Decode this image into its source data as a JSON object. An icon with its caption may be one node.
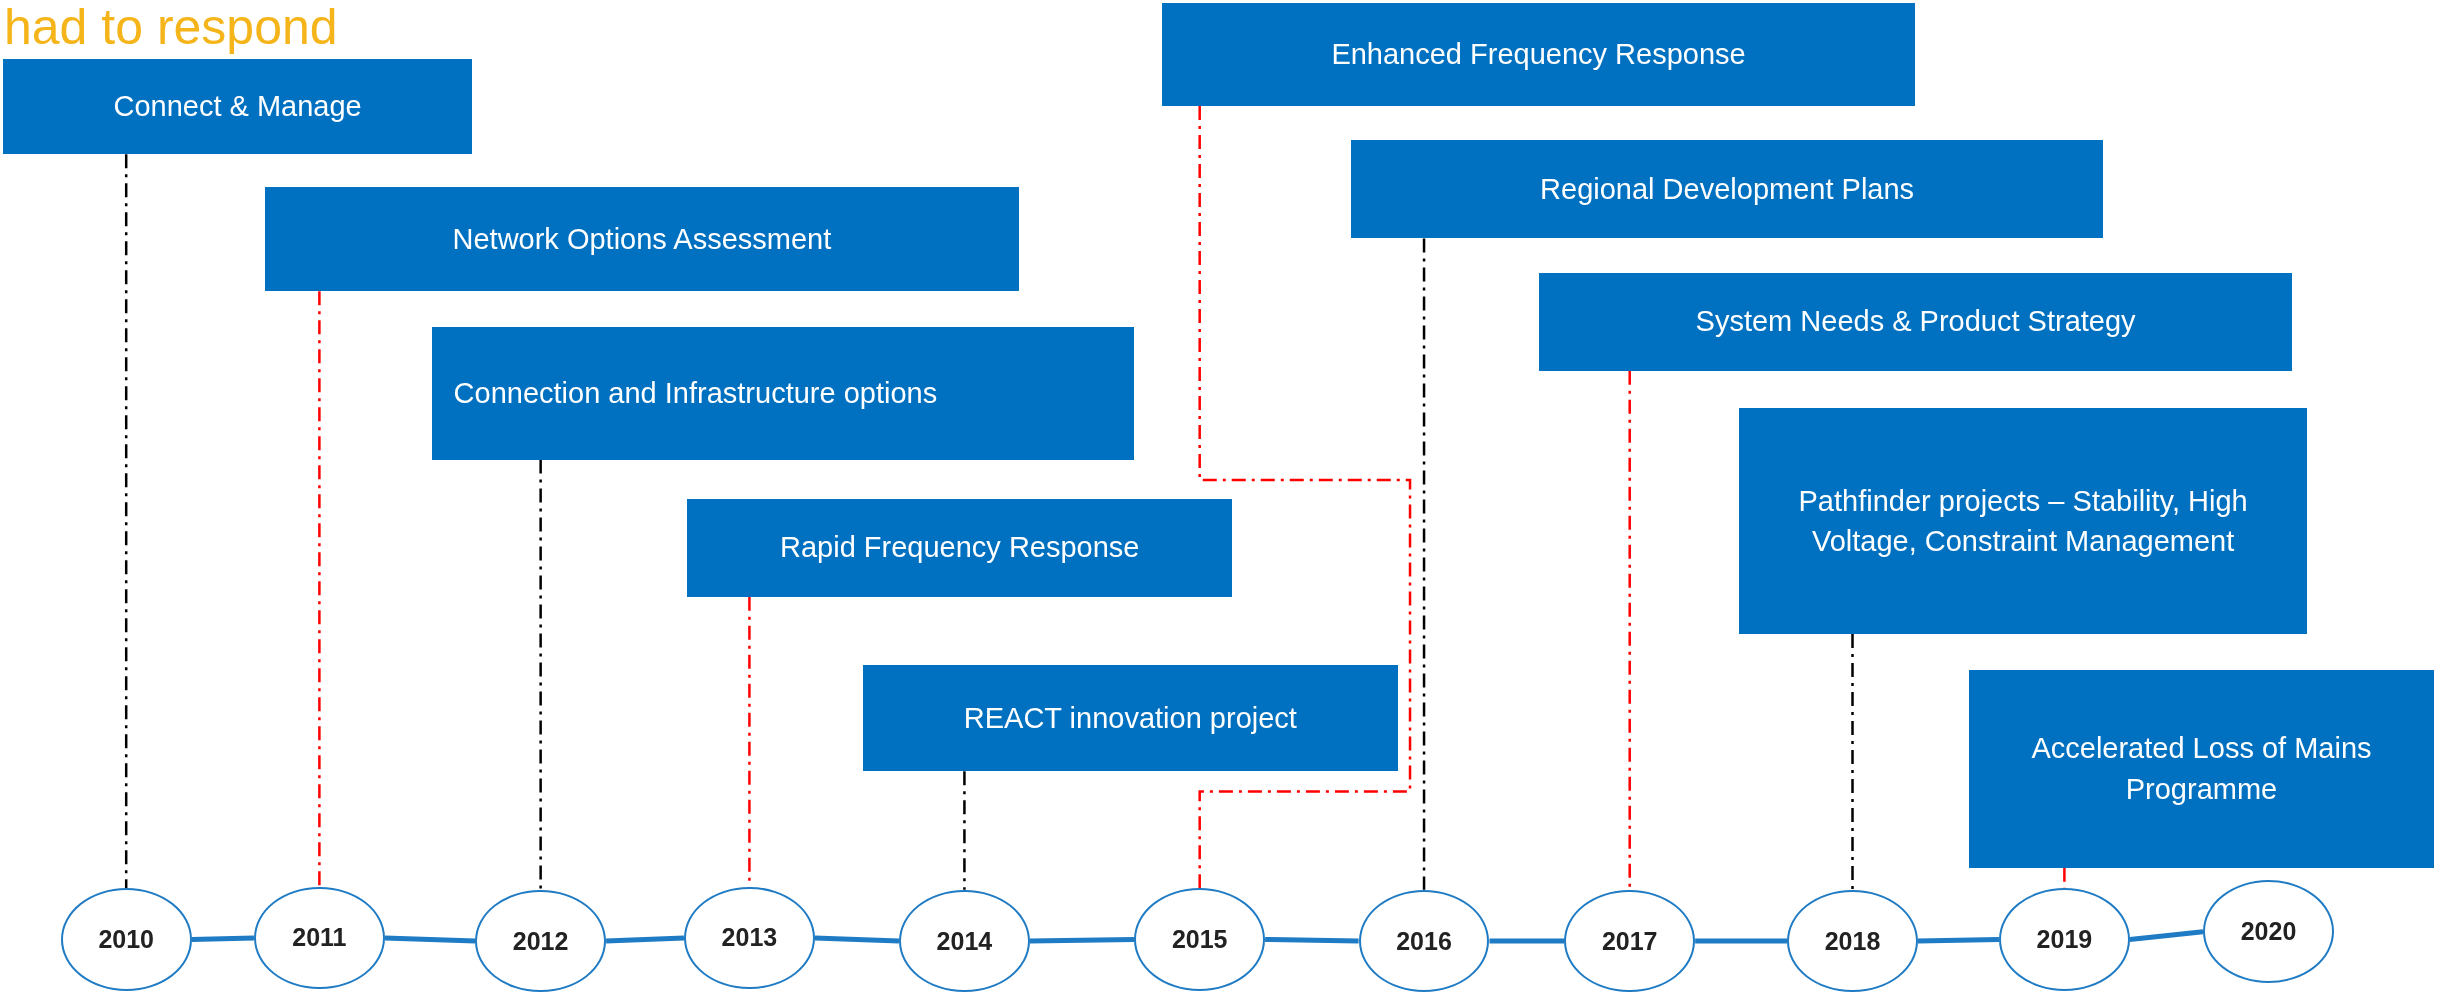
{
  "diagram": {
    "title": "had to respond",
    "nodes": [
      {
        "text": [
          "Connect & Manage"
        ]
      },
      {
        "text": [
          "Network Options Assessment"
        ]
      },
      {
        "text": [
          "Connection and Infrastructure options"
        ]
      },
      {
        "text": [
          "Rapid Frequency Response"
        ]
      },
      {
        "text": [
          "REACT innovation project"
        ]
      },
      {
        "text": [
          "Enhanced Frequency Response"
        ]
      },
      {
        "text": [
          "Regional Development Plans"
        ]
      },
      {
        "text": [
          "System Needs & Product Strategy"
        ]
      },
      {
        "text": [
          "Pathfinder projects – Stability, High Voltage, Constraint Management"
        ]
      },
      {
        "text": [
          "Accelerated Loss of Mains Programme"
        ]
      },
      {
        "text": [
          "2010"
        ]
      },
      {
        "text": [
          "2011"
        ]
      },
      {
        "text": [
          "2012"
        ]
      },
      {
        "text": [
          "2013"
        ]
      },
      {
        "text": [
          "2014"
        ]
      },
      {
        "text": [
          "2015"
        ]
      },
      {
        "text": [
          "2016"
        ]
      },
      {
        "text": [
          "2017"
        ]
      },
      {
        "text": [
          "2018"
        ]
      },
      {
        "text": [
          "2019"
        ]
      },
      {
        "text": [
          "2020"
        ]
      }
    ],
    "edges": [
      {
        "from": 0,
        "to": 10,
        "arrow": "none",
        "style": "dashed",
        "color": "#000000"
      },
      {
        "from": 1,
        "to": 11,
        "arrow": "none",
        "style": "dashed",
        "color": "#ff0000"
      },
      {
        "from": 2,
        "to": 12,
        "arrow": "none",
        "style": "dashed",
        "color": "#000000"
      },
      {
        "from": 3,
        "to": 13,
        "arrow": "none",
        "style": "dashed",
        "color": "#ff0000"
      },
      {
        "from": 4,
        "to": 14,
        "arrow": "none",
        "style": "dashed",
        "color": "#000000"
      },
      {
        "from": 5,
        "to": 15,
        "arrow": "none",
        "style": "dashed",
        "color": "#ff0000"
      },
      {
        "from": 6,
        "to": 16,
        "arrow": "none",
        "style": "dashed",
        "color": "#000000"
      },
      {
        "from": 7,
        "to": 17,
        "arrow": "none",
        "style": "dashed",
        "color": "#ff0000"
      },
      {
        "from": 8,
        "to": 18,
        "arrow": "none",
        "style": "dashed",
        "color": "#000000"
      },
      {
        "from": 9,
        "to": 19,
        "arrow": "none",
        "style": "dashed",
        "color": "#ff0000"
      },
      {
        "from": 10,
        "to": 11,
        "arrow": "none"
      },
      {
        "from": 11,
        "to": 12,
        "arrow": "none"
      },
      {
        "from": 12,
        "to": 13,
        "arrow": "none"
      },
      {
        "from": 13,
        "to": 14,
        "arrow": "none"
      },
      {
        "from": 14,
        "to": 15,
        "arrow": "none"
      },
      {
        "from": 15,
        "to": 16,
        "arrow": "none"
      },
      {
        "from": 16,
        "to": 17,
        "arrow": "none"
      },
      {
        "from": 17,
        "to": 18,
        "arrow": "none"
      },
      {
        "from": 18,
        "to": 19,
        "arrow": "none"
      },
      {
        "from": 19,
        "to": 20,
        "arrow": "none"
      }
    ]
  }
}
